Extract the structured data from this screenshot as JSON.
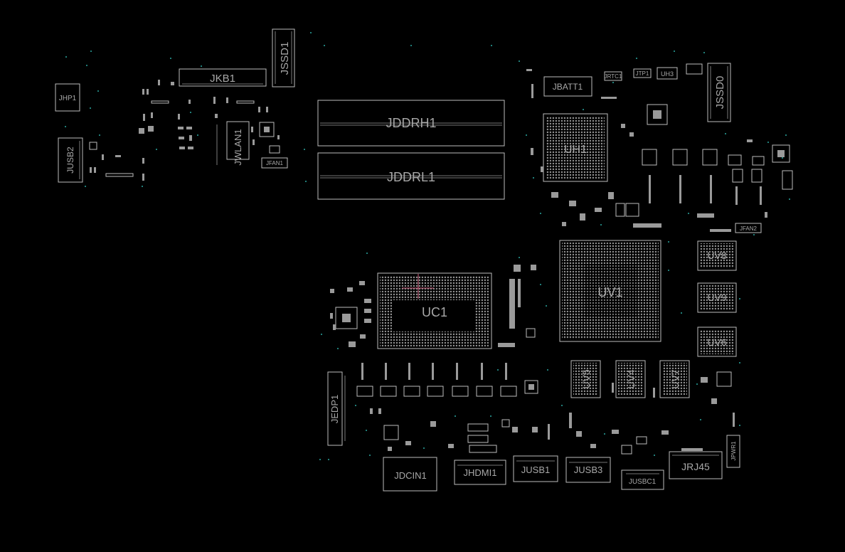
{
  "components": {
    "jhp1": "JHP1",
    "jkb1": "JKB1",
    "jssd1": "JSSD1",
    "jusb2": "JUSB2",
    "jwlan1": "JWLAN1",
    "jfan1": "JFAN1",
    "jddrh1": "JDDRH1",
    "jddrl1": "JDDRL1",
    "jbatt1": "JBATT1",
    "jrtc1": "JRTC1",
    "jtp1": "JTP1",
    "uh3": "UH3",
    "jssd0": "JSSD0",
    "uh1": "UH1",
    "jfan2": "JFAN2",
    "uv8": "UV8",
    "uv1": "UV1",
    "uv9": "UV9",
    "uc1": "UC1",
    "uv6": "UV6",
    "jedp1": "JEDP1",
    "uv5": "UV5",
    "uv4": "UV4",
    "uv7": "UV7",
    "jpwr1": "JPWR1",
    "jdcin1": "JDCIN1",
    "jhdmi1": "JHDMI1",
    "jusb1": "JUSB1",
    "jusb3": "JUSB3",
    "jusbc1": "JUSBC1",
    "jrj45": "JRJ45"
  },
  "colors": {
    "background": "#000000",
    "outline": "#bdbdbd",
    "label": "#a8a8a8",
    "via": "#2aa7a0",
    "marker": "#d06080"
  }
}
